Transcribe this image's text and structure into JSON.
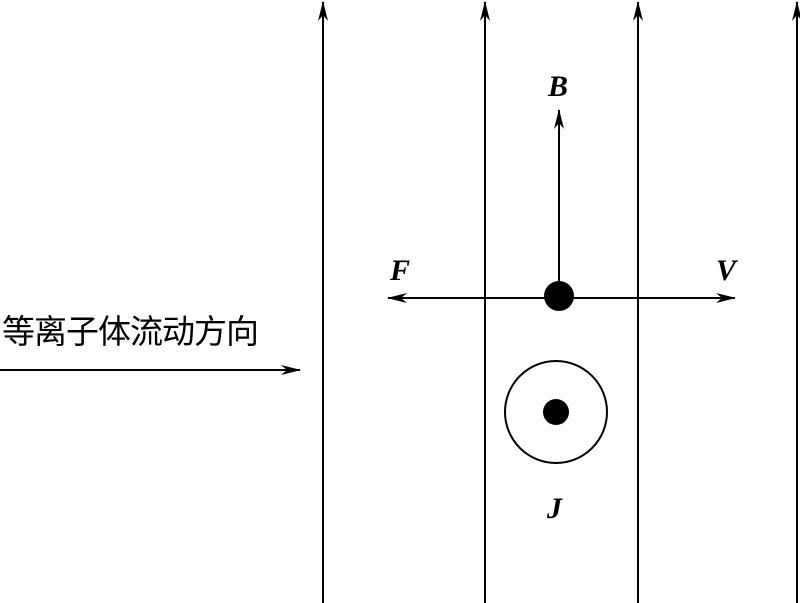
{
  "flow_label": "等离子体流动方向",
  "vectors": {
    "b": "B",
    "f": "F",
    "v": "V",
    "j": "J"
  },
  "colors": {
    "ink": "#000000",
    "background": "#ffffff"
  }
}
